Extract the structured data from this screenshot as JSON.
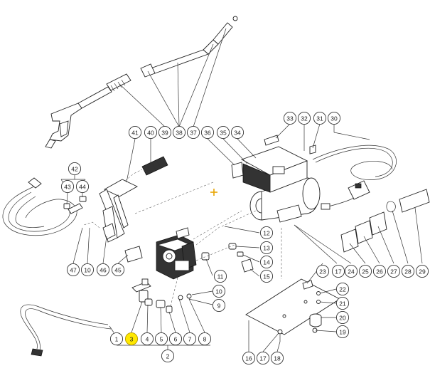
{
  "diagram": {
    "highlight_color": "#ffe800",
    "cursor_icon": "crosshair-plus-icon",
    "callouts": [
      {
        "id": "c1",
        "text": "1",
        "highlighted": false
      },
      {
        "id": "c2",
        "text": "2",
        "highlighted": false
      },
      {
        "id": "c3",
        "text": "3",
        "highlighted": true
      },
      {
        "id": "c4",
        "text": "4",
        "highlighted": false
      },
      {
        "id": "c5",
        "text": "5",
        "highlighted": false
      },
      {
        "id": "c6",
        "text": "6",
        "highlighted": false
      },
      {
        "id": "c7",
        "text": "7",
        "highlighted": false
      },
      {
        "id": "c8",
        "text": "8",
        "highlighted": false
      },
      {
        "id": "c9",
        "text": "9",
        "highlighted": false
      },
      {
        "id": "c10a",
        "text": "10",
        "highlighted": false
      },
      {
        "id": "c10b",
        "text": "10",
        "highlighted": false
      },
      {
        "id": "c11",
        "text": "11",
        "highlighted": false
      },
      {
        "id": "c12",
        "text": "12",
        "highlighted": false
      },
      {
        "id": "c13",
        "text": "13",
        "highlighted": false
      },
      {
        "id": "c14",
        "text": "14",
        "highlighted": false
      },
      {
        "id": "c15",
        "text": "15",
        "highlighted": false
      },
      {
        "id": "c16",
        "text": "16",
        "highlighted": false
      },
      {
        "id": "c17a",
        "text": "17",
        "highlighted": false
      },
      {
        "id": "c17b",
        "text": "17",
        "highlighted": false
      },
      {
        "id": "c18",
        "text": "18",
        "highlighted": false
      },
      {
        "id": "c19",
        "text": "19",
        "highlighted": false
      },
      {
        "id": "c20",
        "text": "20",
        "highlighted": false
      },
      {
        "id": "c21",
        "text": "21",
        "highlighted": false
      },
      {
        "id": "c22",
        "text": "22",
        "highlighted": false
      },
      {
        "id": "c23",
        "text": "23",
        "highlighted": false
      },
      {
        "id": "c24",
        "text": "24",
        "highlighted": false
      },
      {
        "id": "c25",
        "text": "25",
        "highlighted": false
      },
      {
        "id": "c26",
        "text": "26",
        "highlighted": false
      },
      {
        "id": "c27",
        "text": "27",
        "highlighted": false
      },
      {
        "id": "c28",
        "text": "28",
        "highlighted": false
      },
      {
        "id": "c29",
        "text": "29",
        "highlighted": false
      },
      {
        "id": "c30",
        "text": "30",
        "highlighted": false
      },
      {
        "id": "c31",
        "text": "31",
        "highlighted": false
      },
      {
        "id": "c32",
        "text": "32",
        "highlighted": false
      },
      {
        "id": "c33",
        "text": "33",
        "highlighted": false
      },
      {
        "id": "c34",
        "text": "34",
        "highlighted": false
      },
      {
        "id": "c35",
        "text": "35",
        "highlighted": false
      },
      {
        "id": "c36",
        "text": "36",
        "highlighted": false
      },
      {
        "id": "c37",
        "text": "37",
        "highlighted": false
      },
      {
        "id": "c38",
        "text": "38",
        "highlighted": false
      },
      {
        "id": "c39",
        "text": "39",
        "highlighted": false
      },
      {
        "id": "c40",
        "text": "40",
        "highlighted": false
      },
      {
        "id": "c41",
        "text": "41",
        "highlighted": false
      },
      {
        "id": "c42",
        "text": "42",
        "highlighted": false
      },
      {
        "id": "c43",
        "text": "43",
        "highlighted": false
      },
      {
        "id": "c44",
        "text": "44",
        "highlighted": false
      },
      {
        "id": "c45",
        "text": "45",
        "highlighted": false
      },
      {
        "id": "c46",
        "text": "46",
        "highlighted": false
      },
      {
        "id": "c47",
        "text": "47",
        "highlighted": false
      }
    ]
  }
}
